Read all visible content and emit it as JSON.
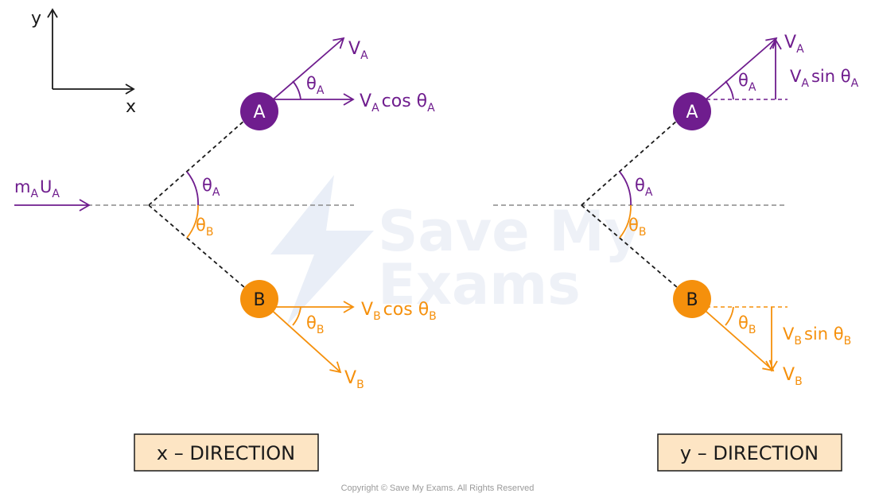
{
  "colors": {
    "particle_a": "#6f1d8e",
    "particle_b": "#f5900c",
    "dashed_line": "#1a1a1a",
    "horizontal_line": "#8a8a8a",
    "label_box_fill": "#fde5c4",
    "watermark": "#e9eef7"
  },
  "axes": {
    "y": "y",
    "x": "x"
  },
  "left": {
    "incoming": {
      "m": "m",
      "m_sub": "A",
      "u": "U",
      "u_sub": "A"
    },
    "theta_a": {
      "sym": "θ",
      "sub": "A"
    },
    "theta_b": {
      "sym": "θ",
      "sub": "B"
    },
    "particle_a": "A",
    "particle_b": "B",
    "va": {
      "sym": "V",
      "sub": "A"
    },
    "theta_a_top": {
      "sym": "θ",
      "sub": "A"
    },
    "va_cos": {
      "sym": "V",
      "sub": "A",
      "fn": "cos ",
      "theta": "θ",
      "theta_sub": "A"
    },
    "vb_cos": {
      "sym": "V",
      "sub": "B",
      "fn": "cos ",
      "theta": "θ",
      "theta_sub": "B"
    },
    "theta_b_bottom": {
      "sym": "θ",
      "sub": "B"
    },
    "vb": {
      "sym": "V",
      "sub": "B"
    },
    "box_label": "x – DIRECTION"
  },
  "right": {
    "theta_a": {
      "sym": "θ",
      "sub": "A"
    },
    "theta_b": {
      "sym": "θ",
      "sub": "B"
    },
    "particle_a": "A",
    "particle_b": "B",
    "va": {
      "sym": "V",
      "sub": "A"
    },
    "theta_a_top": {
      "sym": "θ",
      "sub": "A"
    },
    "va_sin": {
      "sym": "V",
      "sub": "A",
      "fn": "sin ",
      "theta": "θ",
      "theta_sub": "A"
    },
    "vb_sin": {
      "sym": "V",
      "sub": "B",
      "fn": "sin ",
      "theta": "θ",
      "theta_sub": "B"
    },
    "theta_b_bottom": {
      "sym": "θ",
      "sub": "B"
    },
    "vb": {
      "sym": "V",
      "sub": "B"
    },
    "box_label": "y – DIRECTION"
  },
  "watermark": {
    "line1": "Save My",
    "line2": "Exams"
  },
  "copyright": "Copyright © Save My Exams. All Rights Reserved"
}
